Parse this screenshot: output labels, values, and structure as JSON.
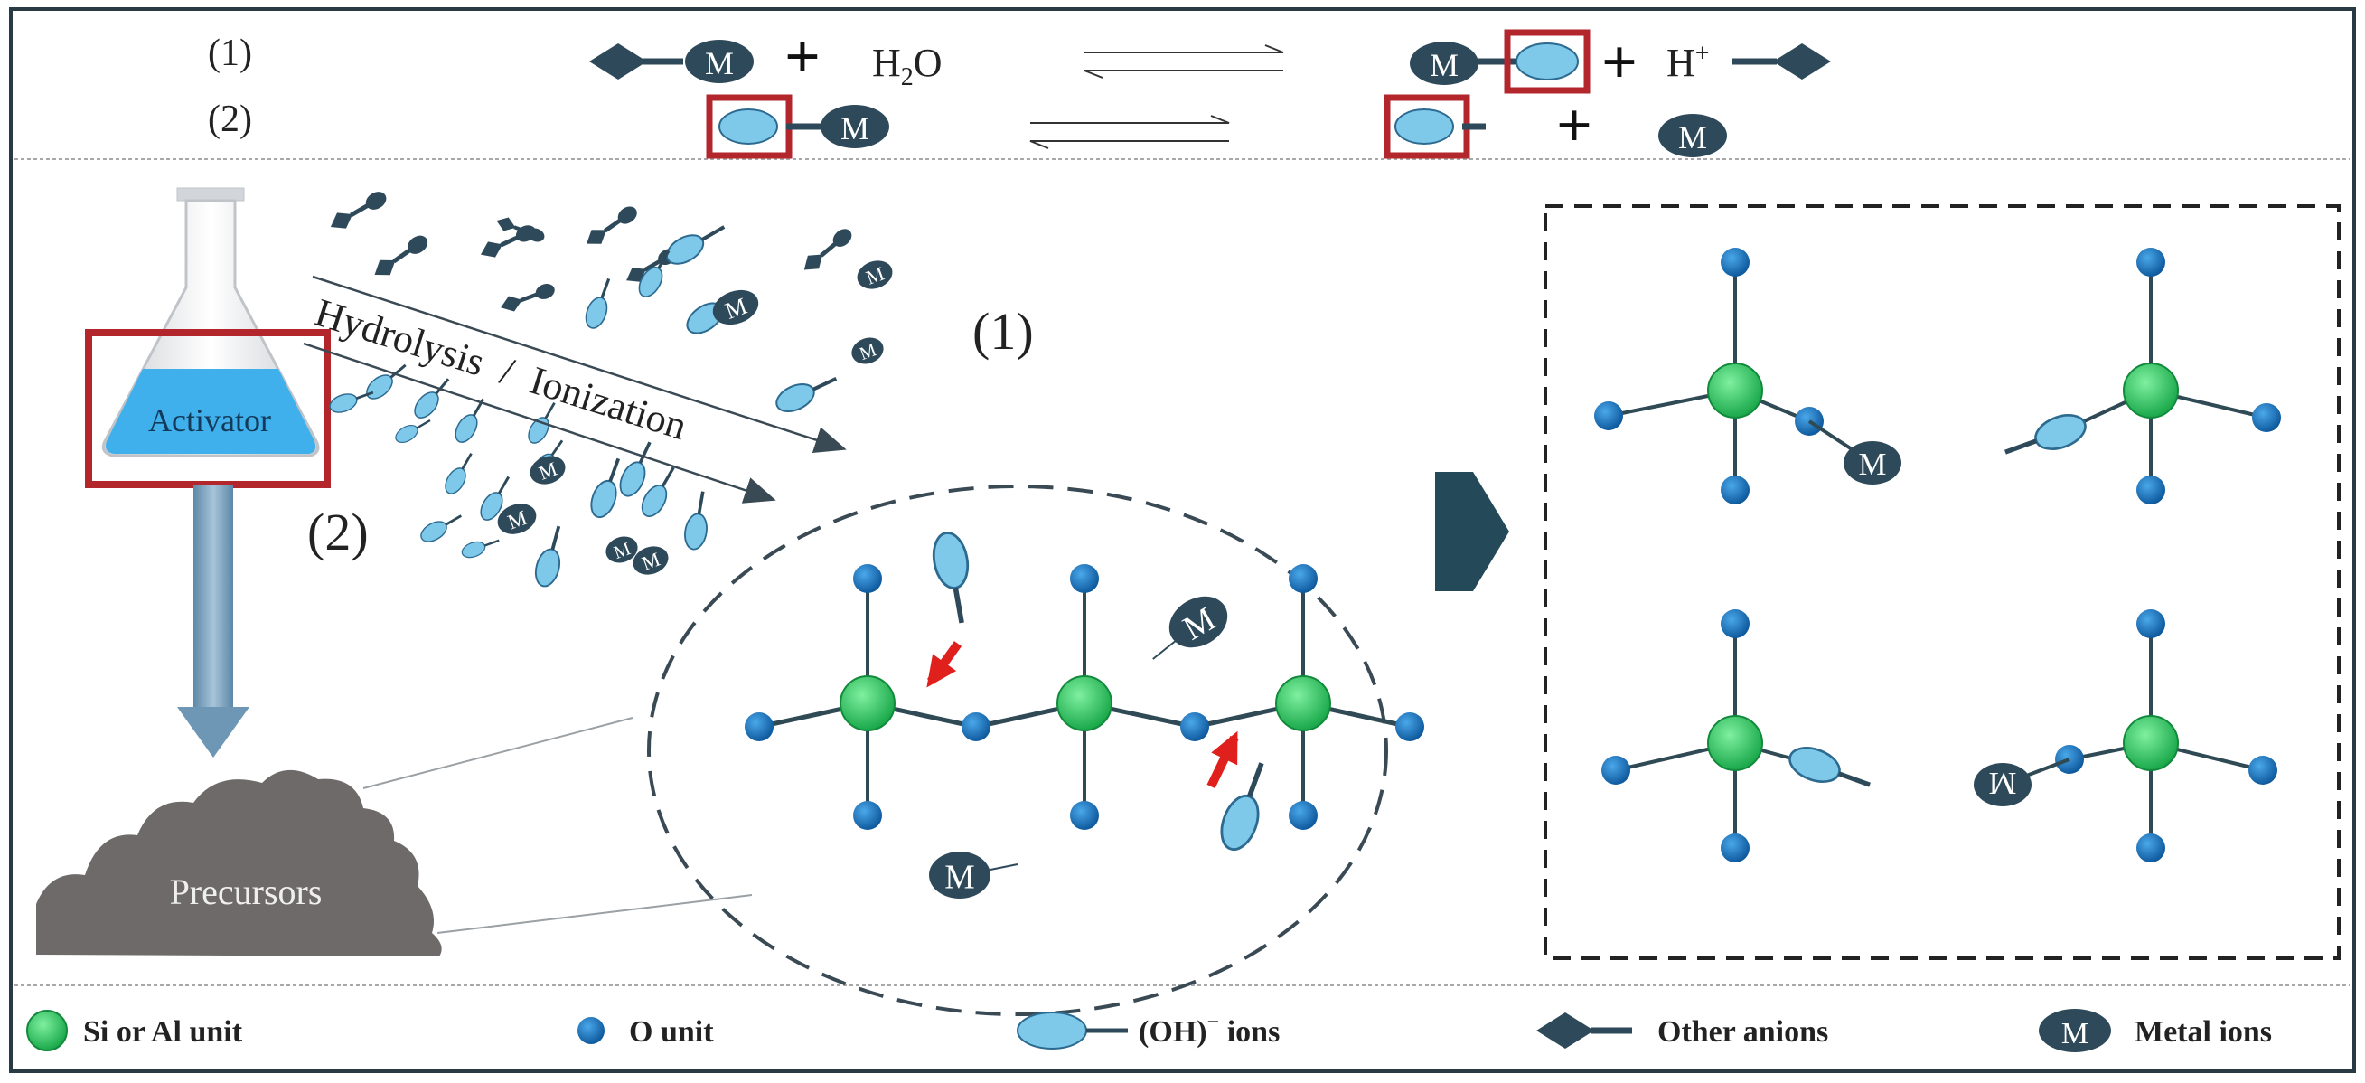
{
  "colors": {
    "frame": "#2a3a44",
    "anion": "#2e4a5a",
    "metal": "#2e4a5a",
    "oh": "#7ec8ea",
    "oh_stroke": "#2d6a90",
    "si_al": "#27c25c",
    "o_unit": "#1a6fb5",
    "highlight": "#b3262c",
    "activator_liquid": "#3fb0ec",
    "precursor": "#6e6a6a",
    "red_arrow": "#e0201c",
    "big_arrow": "#244a5a"
  },
  "equations": {
    "eq1_label": "(1)",
    "eq2_label": "(2)",
    "water_main": "H",
    "water_sub": "2",
    "water_tail": "O",
    "proton_main": "H",
    "proton_sup": "+",
    "plus": "+"
  },
  "metal_symbol": "M",
  "flask": {
    "label": "Activator"
  },
  "precursor": {
    "label": "Precursors"
  },
  "process": {
    "label": "Hydrolysis  /  Ionization",
    "path1_label": "(1)",
    "path2_label": "(2)"
  },
  "legend": {
    "si_al": "Si or Al unit",
    "o_unit": "O unit",
    "oh_main": "(OH)",
    "oh_sup": "−",
    "oh_tail": " ions",
    "anions": "Other anions",
    "metal": "Metal ions"
  }
}
